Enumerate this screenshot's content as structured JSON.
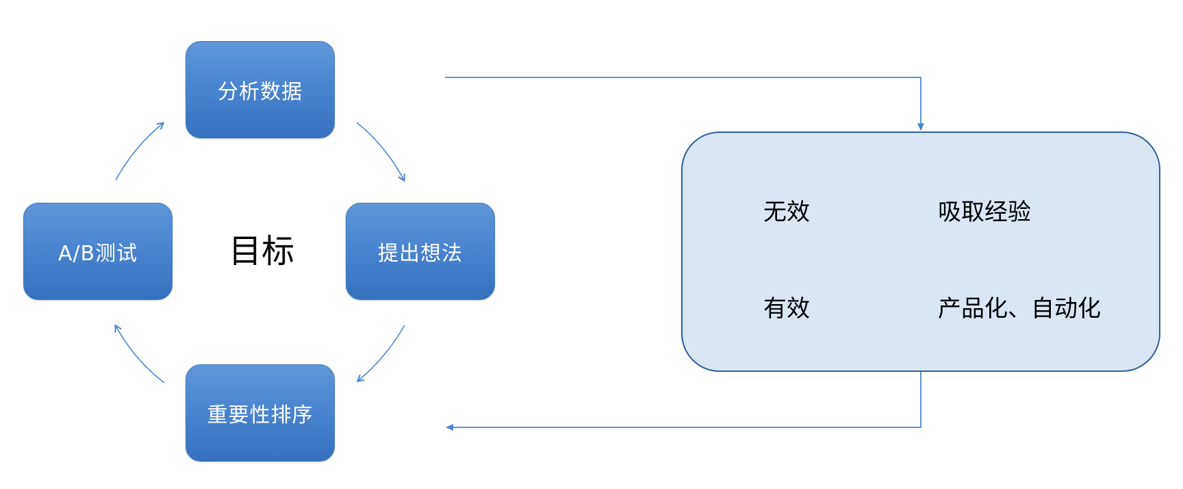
{
  "cycle": {
    "center_label": "目标",
    "steps": [
      {
        "id": "analyze",
        "label": "分析数据"
      },
      {
        "id": "ideas",
        "label": "提出想法"
      },
      {
        "id": "rank",
        "label": "重要性排序"
      },
      {
        "id": "abtest",
        "label": "A/B测试"
      }
    ]
  },
  "result": {
    "invalid": {
      "condition": "无效",
      "outcome": "吸取经验"
    },
    "valid": {
      "condition": "有效",
      "outcome": "产品化、自动化"
    }
  },
  "colors": {
    "node_fill": "#4a86d0",
    "node_fill_top": "#5f97d8",
    "node_fill_bottom": "#3570bd",
    "node_text": "#ffffff",
    "arrow": "#4a86d0",
    "panel_fill": "#dae6f4",
    "panel_border": "#2f5f9c"
  }
}
